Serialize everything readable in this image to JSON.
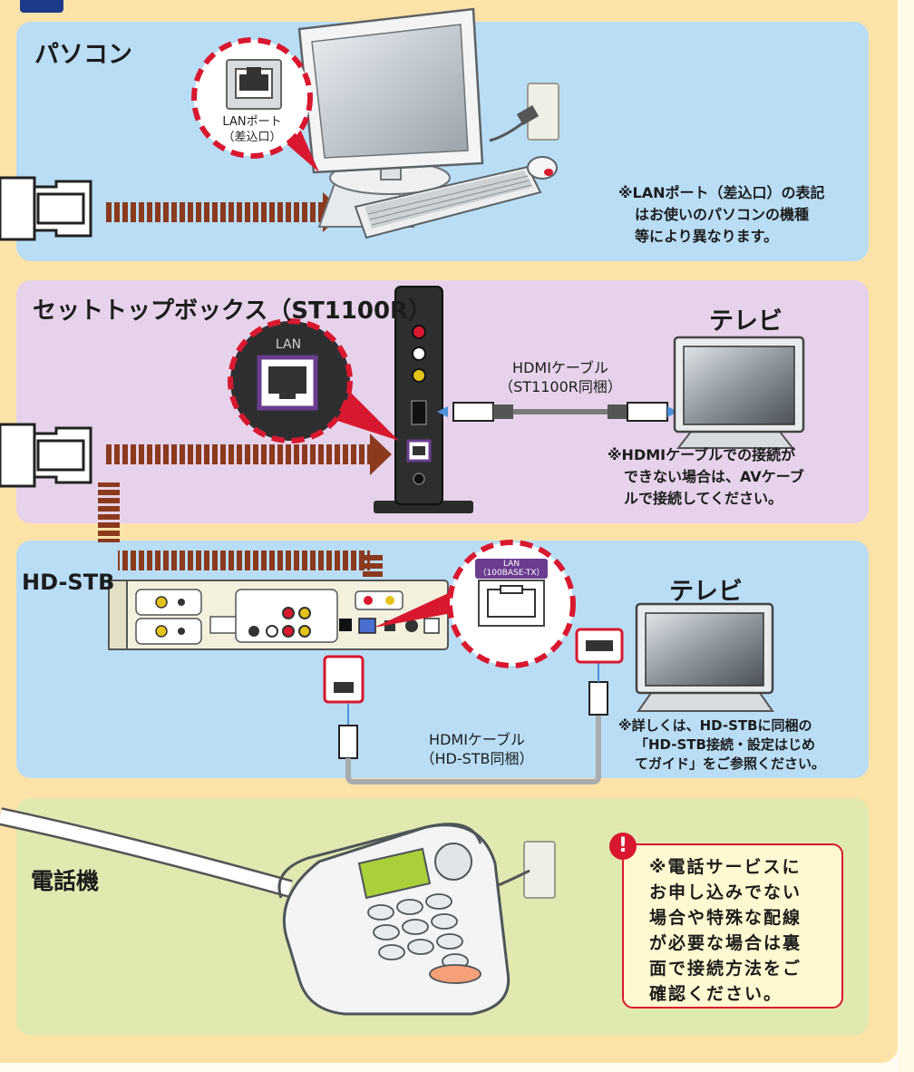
{
  "sections": {
    "pc": {
      "title": "パソコン",
      "zoom_label_1": "LANポート",
      "zoom_label_2": "（差込口）",
      "note": [
        "※LANポート（差込口）の表記",
        "はお使いのパソコンの機種",
        "等により異なります。"
      ]
    },
    "stb": {
      "title": "セットトップボックス（ST1100R）",
      "tv_label": "テレビ",
      "zoom_label": "LAN",
      "cable_1": "HDMIケーブル",
      "cable_2": "（ST1100R同梱）",
      "note": [
        "※HDMIケーブルでの接続が",
        "できない場合は、AVケーブ",
        "ルで接続してください。"
      ]
    },
    "hdstb": {
      "title": "HD-STB",
      "tv_label": "テレビ",
      "zoom_label_1": "LAN",
      "zoom_label_2": "（100BASE-TX）",
      "cable_1": "HDMIケーブル",
      "cable_2": "（HD-STB同梱）",
      "note": [
        "※詳しくは、HD-STBに同梱の",
        "「HD-STB接続・設定はじめ",
        "てガイド」をご参照ください。"
      ]
    },
    "phone": {
      "title": "電話機",
      "caution": [
        "※電話サービスに",
        "お申し込みでない",
        "場合や特殊な配線",
        "が必要な場合は裏",
        "面で接続方法をご",
        "確認ください。"
      ]
    }
  },
  "icons": {
    "caution": "exclamation-icon"
  },
  "colors": {
    "arrow": "#8b3a1e",
    "alert_red": "#d8182f",
    "pc_panel": "#b9ddf5",
    "stb_panel": "#e6d2ea",
    "phone_panel": "#dfe9b0",
    "frame": "#fde3a8",
    "zoom_purple": "#6a3d8f"
  }
}
